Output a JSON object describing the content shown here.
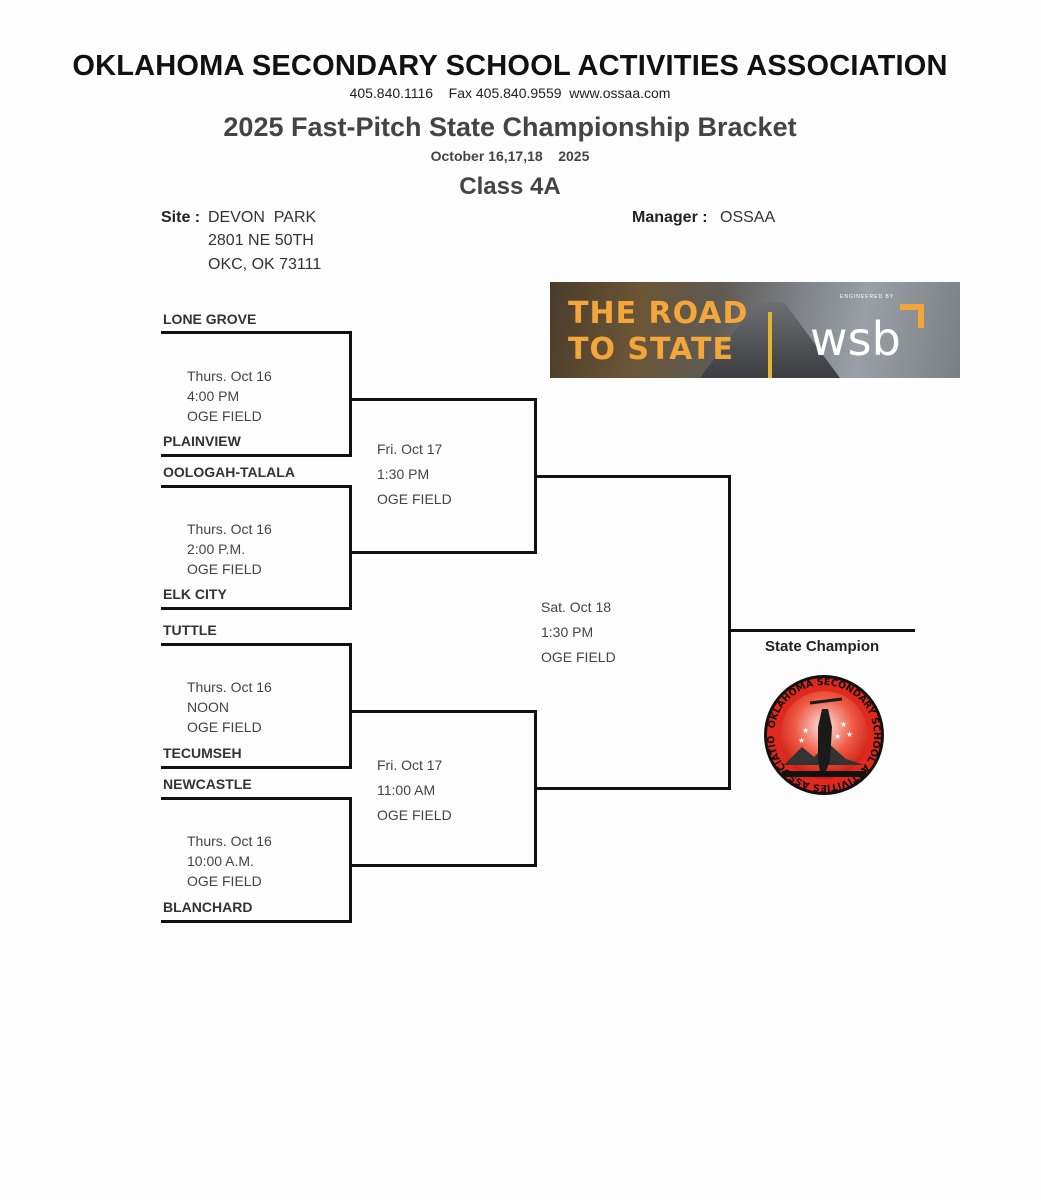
{
  "header": {
    "org": "OKLAHOMA SECONDARY SCHOOL ACTIVITIES ASSOCIATION",
    "contact": "405.840.1116    Fax 405.840.9559  www.ossaa.com",
    "title": "2025 Fast-Pitch State Championship Bracket",
    "dates": "October 16,17,18    2025",
    "class": "Class 4A"
  },
  "site": {
    "label": "Site :",
    "name": "DEVON  PARK",
    "address1": "2801 NE 50TH",
    "address2": "OKC, OK 73111"
  },
  "manager": {
    "label": "Manager :",
    "value": "OSSAA"
  },
  "banner": {
    "line1": "THE ROAD",
    "line2": "TO STATE",
    "engineered": "ENGINEERED BY",
    "brand": "wsb"
  },
  "teams": [
    "LONE GROVE",
    "PLAINVIEW",
    "OOLOGAH-TALALA",
    "ELK CITY",
    "TUTTLE",
    "TECUMSEH",
    "NEWCASTLE",
    "BLANCHARD"
  ],
  "round1": [
    {
      "day": "Thurs. Oct 16",
      "time": "4:00 PM",
      "field": "OGE FIELD"
    },
    {
      "day": "Thurs. Oct 16",
      "time": "2:00 P.M.",
      "field": "OGE FIELD"
    },
    {
      "day": "Thurs. Oct 16",
      "time": "NOON",
      "field": "OGE FIELD"
    },
    {
      "day": "Thurs. Oct 16",
      "time": "10:00 A.M.",
      "field": "OGE FIELD"
    }
  ],
  "round2": [
    {
      "day": "Fri. Oct 17",
      "time": "1:30 PM",
      "field": "OGE FIELD"
    },
    {
      "day": "Fri. Oct 17",
      "time": "11:00 AM",
      "field": "OGE FIELD"
    }
  ],
  "final": {
    "day": "Sat. Oct 18",
    "time": "1:30 PM",
    "field": "OGE FIELD"
  },
  "champion_label": "State Champion",
  "seal_text": "OKLAHOMA SECONDARY SCHOOL ACTIVITIES ASSOCIATION",
  "colors": {
    "seal_red": "#e0281e",
    "banner_orange": "#f3a73b"
  }
}
